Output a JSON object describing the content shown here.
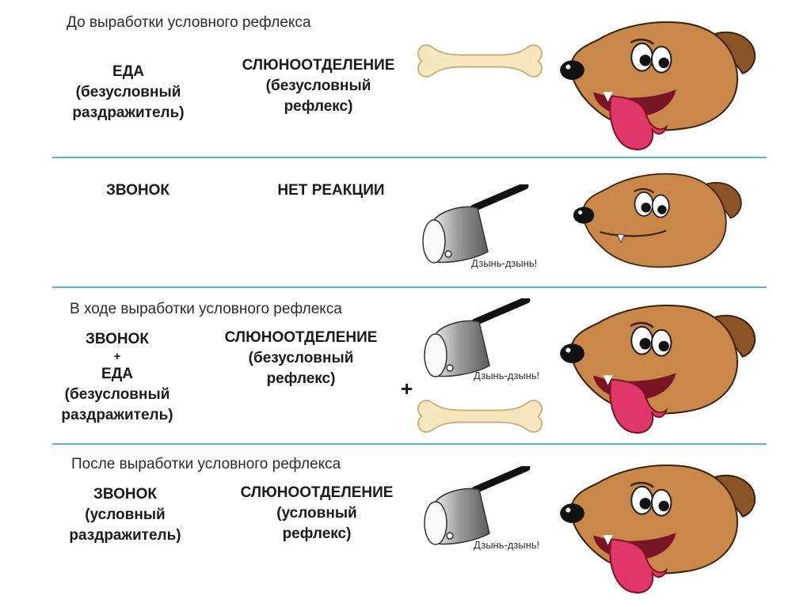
{
  "sections": [
    {
      "heading": "До выработки условного рефлекса",
      "stimulus": [
        "ЕДА",
        "(безусловный",
        "раздражитель)"
      ],
      "response": [
        "СЛЮНООТДЕЛЕНИЕ",
        "(безусловный",
        "рефлекс)"
      ]
    },
    {
      "heading": "",
      "stimulus": [
        "ЗВОНОК"
      ],
      "response": [
        "НЕТ РЕАКЦИИ"
      ],
      "sound": "Дзынь-дзынь!"
    },
    {
      "heading": "В ходе выработки условного рефлекса",
      "stimulus": [
        "ЗВОНОК",
        "+",
        "ЕДА",
        "(безусловный",
        "раздражитель)"
      ],
      "response": [
        "СЛЮНООТДЕЛЕНИЕ",
        "(безусловный",
        "рефлекс)"
      ],
      "sound": "Дзынь-дзынь!",
      "plus": "+"
    },
    {
      "heading": "После выработки условного рефлекса",
      "stimulus": [
        "ЗВОНОК",
        "(условный",
        "раздражитель)"
      ],
      "response": [
        "СЛЮНООТДЕЛЕНИЕ",
        "(условный",
        "рефлекс)"
      ],
      "sound": "Дзынь-дзынь!"
    }
  ],
  "colors": {
    "divider": "#5fb1cc",
    "dog": "#c9874a",
    "ear": "#8a5427",
    "tongue": "#e0386a",
    "bone": "#f6e7bf",
    "bell": "#a9a9a9"
  },
  "icons": [
    "bone-icon",
    "bell-icon",
    "dog-head-icon"
  ]
}
